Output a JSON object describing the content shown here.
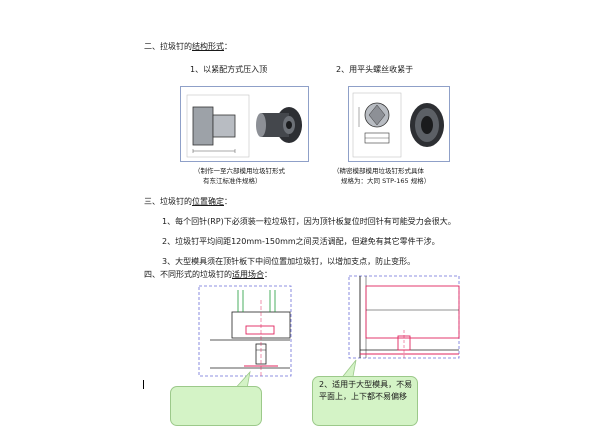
{
  "section2": {
    "prefix": "二、拉圾钉的",
    "underlined": "结构形式",
    "suffix": "："
  },
  "forms": [
    {
      "title": "1、以紧配方式压入顶",
      "caption_line1": "（制作一至六部模用垃圾钉形式",
      "caption_line2": "有东江标准件规格）"
    },
    {
      "title": "2、用平头螺丝收紧于",
      "caption_line1": "（精密模部模用垃圾钉形式具体",
      "caption_line2": "规格为：大同 STP-165 规格）"
    }
  ],
  "section3": {
    "prefix": "三、垃圾钉的",
    "underlined": "位置确定",
    "suffix": "：",
    "items": [
      "1、每个回针(RP)下必须装一粒垃圾钉，因为顶针板复位时回针有可能受力会很大。",
      "2、垃圾钉平均间距120mm-150mm之间灵活调配，但避免有其它零件干涉。",
      "3、大型模具须在顶针板下中间位置加垃圾钉，以增加支点，防止变形。"
    ]
  },
  "section4": {
    "prefix": "四、不同形式的垃圾钉的",
    "underlined": "适用场合",
    "suffix": "："
  },
  "bubbles": {
    "right_line1": "2、适用于大型模具，不易",
    "right_line2": "平面上，上下都不易偏移"
  },
  "colors": {
    "dash_border": "#6b6fd8",
    "red_line": "#e0245e",
    "green_line": "#1e9b3a",
    "bubble_fill": "#d4f3c6"
  }
}
